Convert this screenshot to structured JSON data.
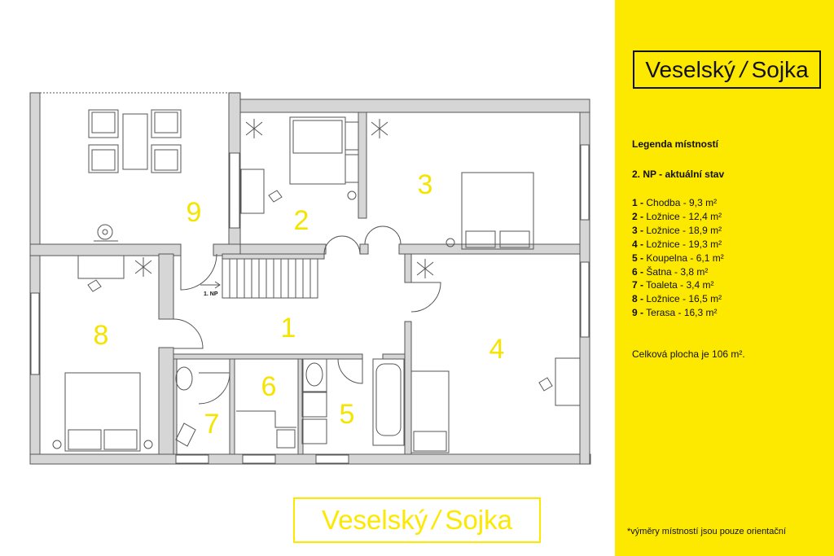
{
  "logo": {
    "left": "Veselský",
    "right": "Sojka"
  },
  "legend": {
    "title": "Legenda místností",
    "subtitle": "2. NP - aktuální stav",
    "rooms": [
      {
        "num": "1 -",
        "name": "Chodba - 9,3 m²"
      },
      {
        "num": "2 -",
        "name": "Ložnice - 12,4 m²"
      },
      {
        "num": "3 -",
        "name": "Ložnice - 18,9 m²"
      },
      {
        "num": "4 -",
        "name": "Ložnice - 19,3 m²"
      },
      {
        "num": "5 -",
        "name": "Koupelna - 6,1 m²"
      },
      {
        "num": "6 -",
        "name": "Šatna - 3,8 m²"
      },
      {
        "num": "7 -",
        "name": "Toaleta - 3,4 m²"
      },
      {
        "num": "8 -",
        "name": "Ložnice - 16,5 m²"
      },
      {
        "num": "9 -",
        "name": "Terasa - 16,3 m²"
      }
    ],
    "total": "Celková plocha je 106 m².",
    "footnote": "*výměry místností jsou pouze orientační"
  },
  "plan": {
    "floor_label": "1. NP",
    "room_numbers": {
      "r1": "1",
      "r2": "2",
      "r3": "3",
      "r4": "4",
      "r5": "5",
      "r6": "6",
      "r7": "7",
      "r8": "8",
      "r9": "9"
    }
  },
  "colors": {
    "accent_yellow": "#fde800",
    "wall_gray": "#d6d6d6",
    "line": "#555555"
  }
}
